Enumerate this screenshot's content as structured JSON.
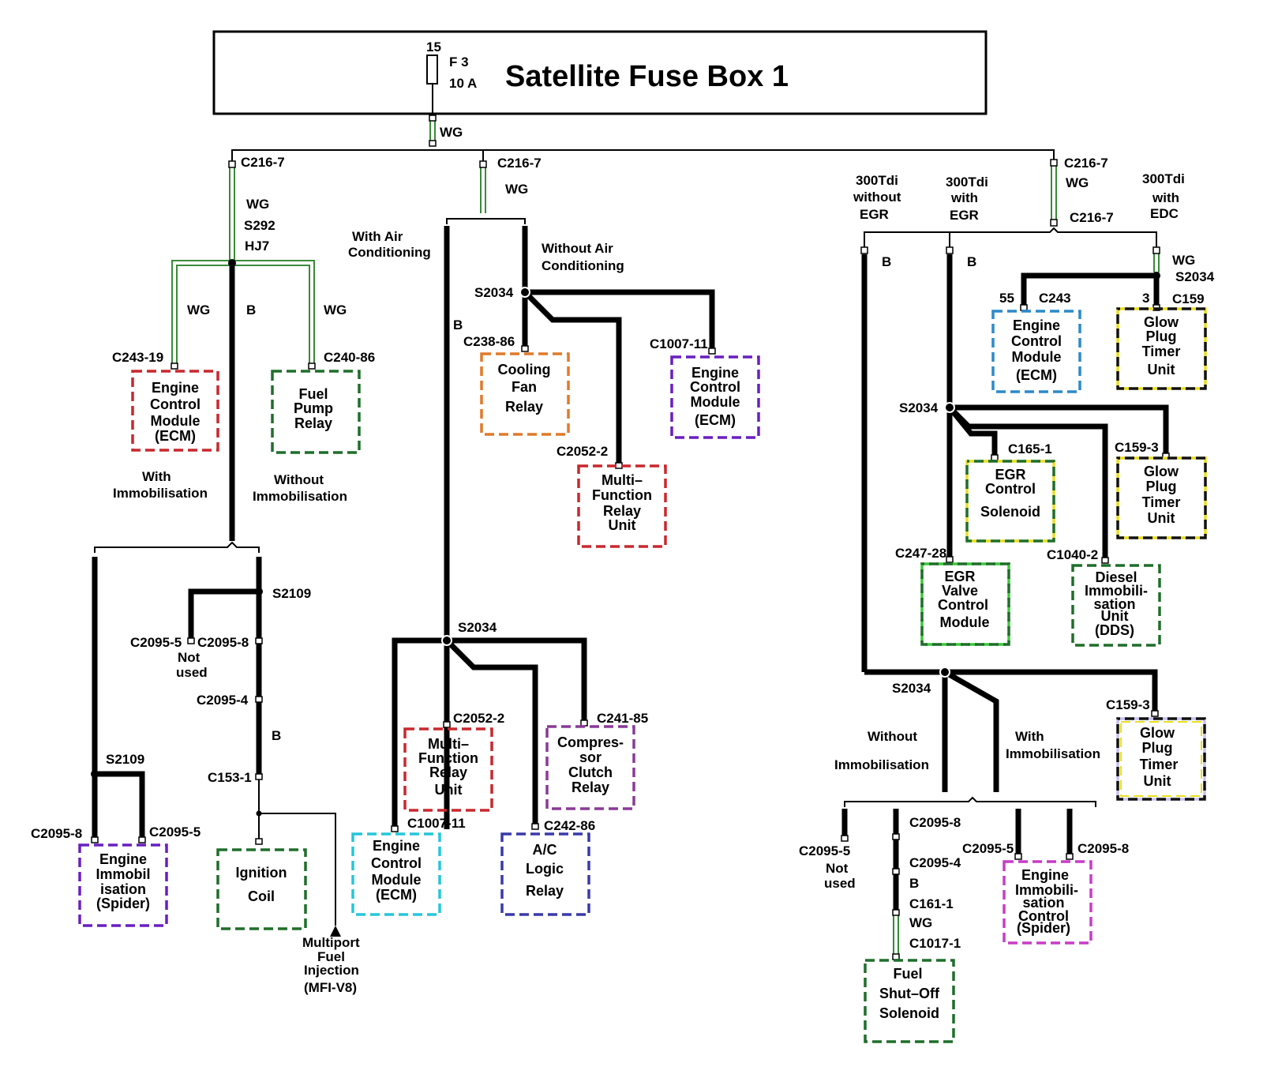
{
  "fusebox": {
    "title": "Satellite Fuse Box 1",
    "pin": "15",
    "fuse_id": "F 3",
    "fuse_rating": "10 A"
  },
  "wires": {
    "wg": "WG",
    "b": "B"
  },
  "labels": {
    "c216_7": "C216-7",
    "s292": "S292",
    "hj7": "HJ7",
    "c243_19": "C243-19",
    "c240_86": "C240-86",
    "with_immob": [
      "With",
      "Immobilisation"
    ],
    "without_immob": [
      "Without",
      "Immobilisation"
    ],
    "s2109": "S2109",
    "c2095_5": "C2095-5",
    "c2095_8": "C2095-8",
    "c2095_4": "C2095-4",
    "not_used": [
      "Not",
      "used"
    ],
    "c153_1": "C153-1",
    "mfi": [
      "Multiport",
      "Fuel",
      "Injection",
      "(MFI-V8)"
    ],
    "with_ac": [
      "With Air",
      "Conditioning"
    ],
    "without_ac": [
      "Without Air",
      "Conditioning"
    ],
    "s2034": "S2034",
    "c238_86": "C238-86",
    "c1007_11": "C1007-11",
    "c2052_2": "C2052-2",
    "c241_85": "C241-85",
    "c242_86": "C242-86",
    "tdi_no_egr": [
      "300Tdi",
      "without",
      "EGR"
    ],
    "tdi_egr": [
      "300Tdi",
      "with",
      "EGR"
    ],
    "tdi_edc": [
      "300Tdi",
      "with",
      "EDC"
    ],
    "pin55": "55",
    "c243": "C243",
    "pin3": "3",
    "c159": "C159",
    "c165_1": "C165-1",
    "c159_3": "C159-3",
    "c247_28": "C247-28",
    "c1040_2": "C1040-2",
    "c161_1": "C161-1",
    "c1017_1": "C1017-1"
  },
  "components": {
    "ecm": [
      "Engine",
      "Control",
      "Module",
      "(ECM)"
    ],
    "fuel_pump": [
      "Fuel",
      "Pump",
      "Relay"
    ],
    "engine_immob": [
      "Engine",
      "Immobil",
      "isation",
      "(Spider)"
    ],
    "ignition_coil": [
      "Ignition",
      "Coil"
    ],
    "cooling_fan": [
      "Cooling",
      "Fan",
      "Relay"
    ],
    "mfru": [
      "Multi–",
      "Function",
      "Relay",
      "Unit"
    ],
    "compressor": [
      "Compres-",
      "sor",
      "Clutch",
      "Relay"
    ],
    "ac_logic": [
      "A/C",
      "Logic",
      "Relay"
    ],
    "glow_plug": [
      "Glow",
      "Plug",
      "Timer",
      "Unit"
    ],
    "egr_solenoid": [
      "EGR",
      "Control",
      "Solenoid"
    ],
    "egr_valve": [
      "EGR",
      "Valve",
      "Control",
      "Module"
    ],
    "diesel_immob": [
      "Diesel",
      "Immobili-",
      "sation",
      "Unit",
      "(DDS)"
    ],
    "fuel_shutoff": [
      "Fuel",
      "Shut–Off",
      "Solenoid"
    ],
    "engine_immob_ctrl": [
      "Engine",
      "Immobili-",
      "sation",
      "Control",
      "(Spider)"
    ]
  },
  "colors": {
    "red": "#c8282e",
    "green": "#1f6e2a",
    "orange": "#e07a2a",
    "purple": "#6a1fc0",
    "cyan": "#25c6d8",
    "violet": "#8a3a98",
    "navy": "#3a3aa8",
    "blue": "#2c8ac8",
    "yellow": "#e8de20",
    "lightgreen": "#3cc83c",
    "magenta": "#c83cc8",
    "black": "#111111",
    "lavender": "#c8c0f0"
  }
}
